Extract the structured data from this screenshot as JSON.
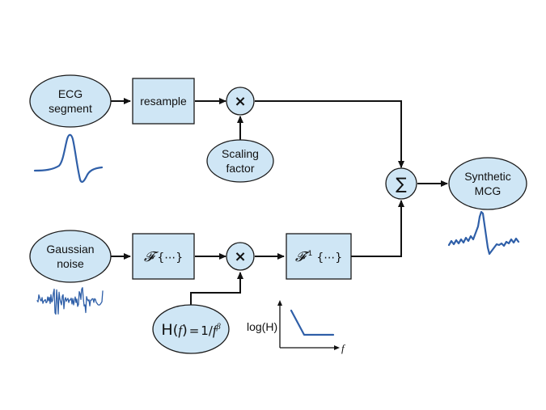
{
  "nodes": {
    "ecg": {
      "line1": "ECG",
      "line2": "segment"
    },
    "resample": {
      "label": "resample"
    },
    "mult_top": {
      "symbol": "×"
    },
    "scaling": {
      "line1": "Scaling",
      "line2": "factor"
    },
    "sum": {
      "symbol": "∑"
    },
    "mcg": {
      "line1": "Synthetic",
      "line2": "MCG"
    },
    "noise": {
      "line1": "Gaussian",
      "line2": "noise"
    },
    "fourier": {
      "symbol": "𝓕",
      "braces": "{⋯}"
    },
    "mult_bottom": {
      "symbol": "×"
    },
    "inverse_fourier": {
      "symbol": "𝓕",
      "sup": "-1",
      "braces": "{⋯}"
    },
    "filter": {
      "h": "H",
      "paren_open": "(",
      "f": "f",
      "paren_close": ")",
      "eq": "=",
      "one": "1",
      "slash": "/",
      "f2": "f",
      "beta": "β"
    }
  },
  "spectrum_plot": {
    "ylabel": "log(H)",
    "xlabel": "f"
  },
  "colors": {
    "node_fill": "#cfe6f5",
    "wave": "#2f5fa8",
    "stroke": "#111111"
  }
}
